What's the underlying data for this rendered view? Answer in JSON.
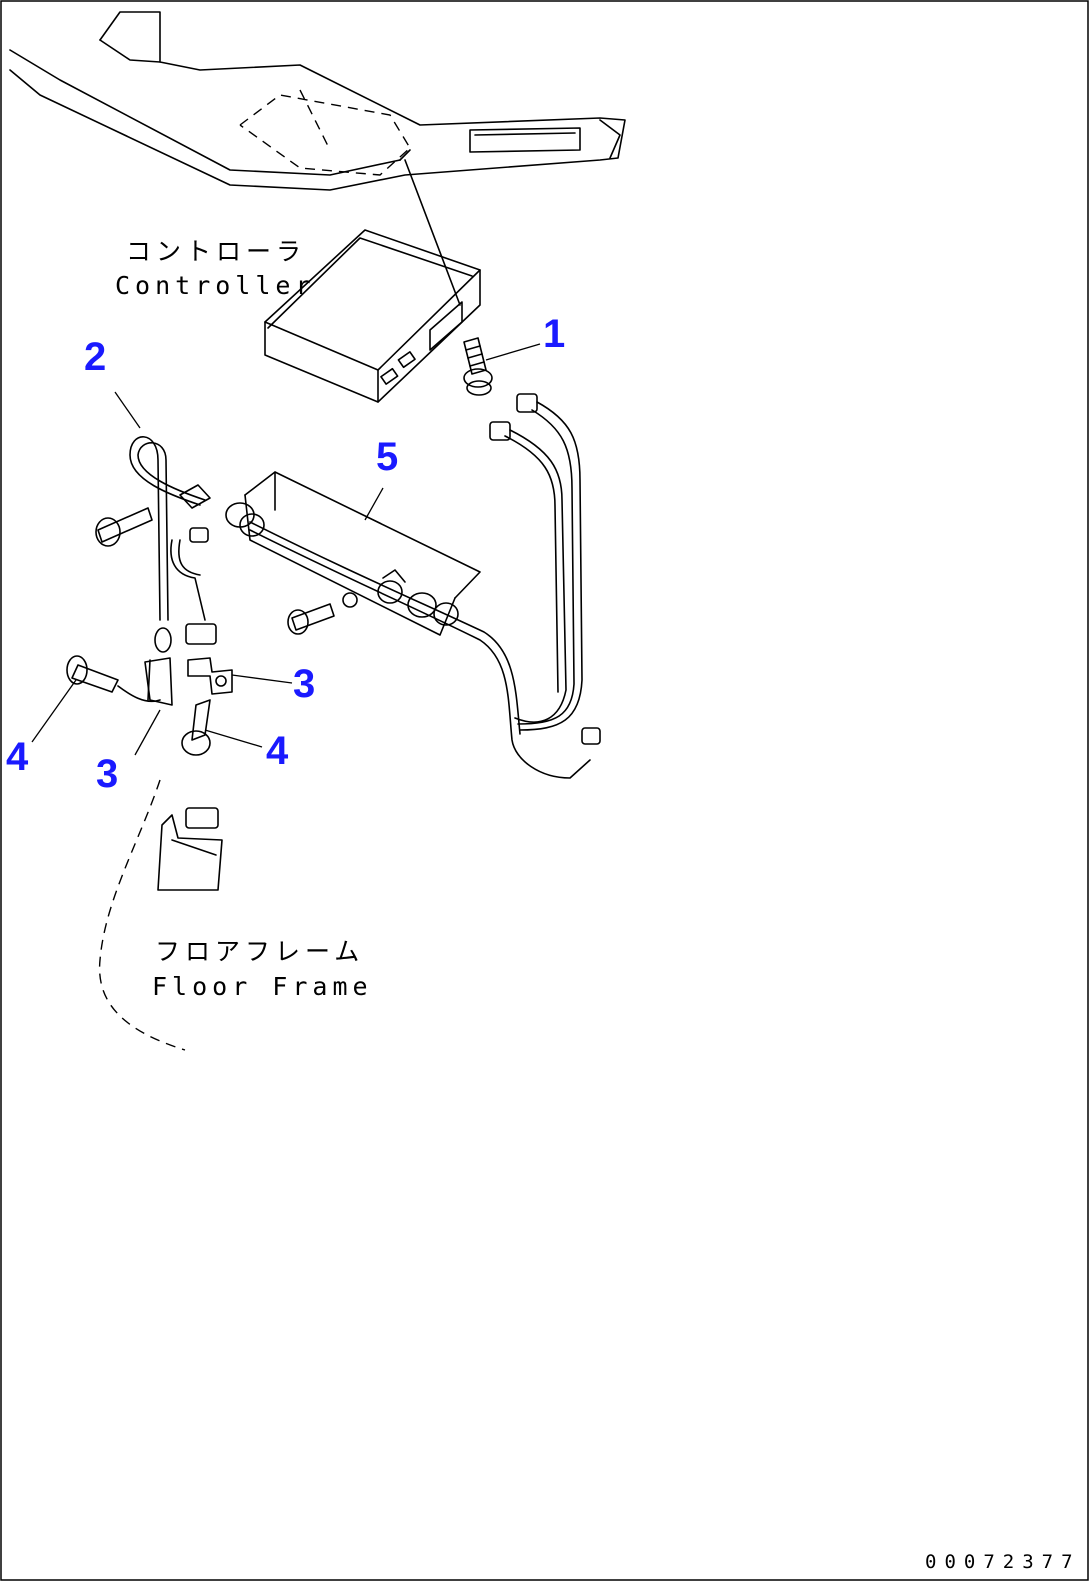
{
  "labels": {
    "controller_jp": "コントローラ",
    "controller_en": "Controller",
    "floor_frame_jp": "フロアフレーム",
    "floor_frame_en": "Floor Frame"
  },
  "callouts": [
    {
      "id": "callout-1",
      "number": "1"
    },
    {
      "id": "callout-2",
      "number": "2"
    },
    {
      "id": "callout-3a",
      "number": "3"
    },
    {
      "id": "callout-3b",
      "number": "3"
    },
    {
      "id": "callout-4a",
      "number": "4"
    },
    {
      "id": "callout-4b",
      "number": "4"
    },
    {
      "id": "callout-5",
      "number": "5"
    }
  ],
  "drawing_code": "00072377",
  "colors": {
    "callout": "#1a1aff",
    "line": "#000000",
    "background": "#ffffff"
  }
}
